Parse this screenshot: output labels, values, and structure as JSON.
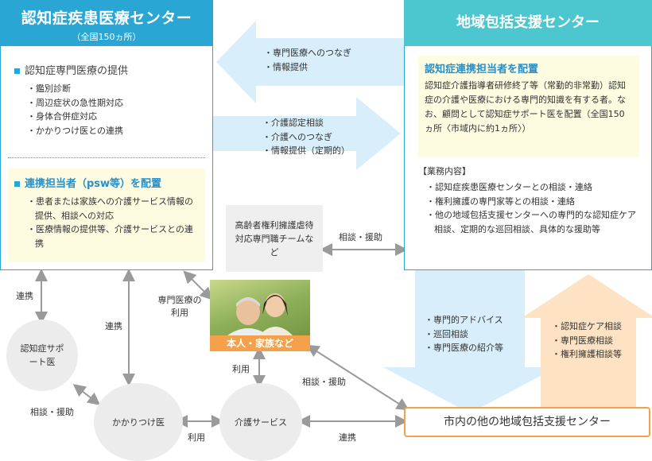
{
  "left_center": {
    "title": "認知症疾患医療センター",
    "subtitle": "（全国150ヵ所）",
    "section1_title": "認知症専門医療の提供",
    "section1_items": [
      "鑑別診断",
      "周辺症状の急性期対応",
      "身体合併症対応",
      "かかりつけ医との連携"
    ],
    "section2_title": "連携担当者（psw等）を配置",
    "section2_items": [
      "患者または家族への介護サービス情報の提供、相談への対応",
      "医療情報の提供等、介護サービスとの連携"
    ]
  },
  "right_center": {
    "title": "地域包括支援センター",
    "highlight_title": "認知症連携担当者を配置",
    "highlight_text": "認知症介護指導者研修終了等（常勤的非常勤）認知症の介護や医療における専門的知識を有する者。なお、顧問として認知症サポート医を配置（全国150ヵ所〈市域内に約1ヵ所〉）",
    "duties_title": "【業務内容】",
    "duties_items": [
      "認知症疾患医療センターとの相談・連絡",
      "権利擁護の専門家等との相談・連絡",
      "他の地域包括支援センターへの専門的な認知症ケア相談、定期的な巡回相談、具体的な援助等"
    ]
  },
  "arrows": {
    "to_left_items": [
      "専門医療へのつなぎ",
      "情報提供"
    ],
    "to_right_items": [
      "介護認定相談",
      "介護へのつなぎ",
      "情報提供（定期的）"
    ],
    "down_items": [
      "専門的アドバイス",
      "巡回相談",
      "専門医療の紹介等"
    ],
    "up_items": [
      "認知症ケア相談",
      "専門医療相談",
      "権利擁護相談等"
    ]
  },
  "nodes": {
    "elder_team": "高齢者権利擁護虐待対応専門職チームなど",
    "person_family": "本人・家族など",
    "support_doctor": "認知症サポート医",
    "family_doctor": "かかりつけ医",
    "care_service": "介護サービス",
    "other_center": "市内の他の地域包括支援センター"
  },
  "labels": {
    "consult_support1": "相談・援助",
    "renkei1": "連携",
    "renkei2": "連携",
    "specialist_use": "専門医療の利用",
    "consult_support2": "相談・援助",
    "use1": "利用",
    "consult_support3": "相談・援助",
    "use2": "利用",
    "renkei3": "連携"
  },
  "colors": {
    "blue": "#2aa6d5",
    "teal": "#4cc6cf",
    "light_blue_arrow": "#d8eefa",
    "orange": "#f5a04a",
    "peach_arrow": "#fde3c4",
    "yellow_bg": "#fdfbe0"
  }
}
